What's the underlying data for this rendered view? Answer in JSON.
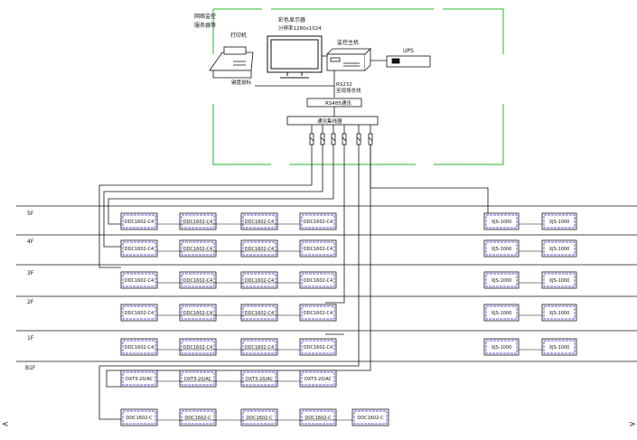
{
  "control_room": {
    "top_left_label_1": "网络监控",
    "top_left_label_2": "服务器等",
    "printer_label": "打印机",
    "monitor_label_1": "彩色显示器",
    "monitor_label_2": "分辨率1280x1024",
    "host_label": "监控主机",
    "ups_label": "UPS",
    "keyboard_label": "键盘鼠标",
    "link_label_1": "RS232",
    "link_label_2": "至现场总线",
    "converter_label": "RS485通讯",
    "hub_label": "通讯集线器"
  },
  "floors": [
    {
      "label": "5F"
    },
    {
      "label": "4F"
    },
    {
      "label": "3F"
    },
    {
      "label": "2F"
    },
    {
      "label": "1F"
    },
    {
      "label": "B1F"
    }
  ],
  "device_rows": [
    [
      "DDC1602-C4",
      "DDC1602-C4",
      "DDC1602-C4",
      "DDC1602-C4"
    ],
    [
      "DDC1602-C4",
      "DDC1602-C4",
      "DDC1602-C4",
      "DDC1602-C4"
    ],
    [
      "DDC1602-C4",
      "DDC1602-C4",
      "DDC1602-C4",
      "DDC1602-C4"
    ],
    [
      "DDC1602-C4",
      "DDC1602-C4",
      "DDC1602-C4",
      "DDC1602-C4"
    ],
    [
      "DDC1602-C4",
      "DDC1602-C4",
      "DDC1602-C4",
      "DDC1602-C4"
    ],
    [
      "DXT3-20/AC",
      "DXT3-20/AC",
      "DXT3-20/AC",
      "DXT3-20/AC"
    ],
    [
      "DDC1602-C",
      "DDC1602-C",
      "DDC1602-C",
      "DDC1602-C",
      "DDC1602-C"
    ]
  ],
  "right_devices": [
    [
      "XJS-1000",
      "XJS-1000"
    ],
    [
      "XJS-1000",
      "XJS-1000"
    ],
    [
      "XJS-1000",
      "XJS-1000"
    ],
    [
      "XJS-1000",
      "XJS-1000"
    ],
    [
      "XJS-1000",
      "XJS-1000"
    ]
  ]
}
